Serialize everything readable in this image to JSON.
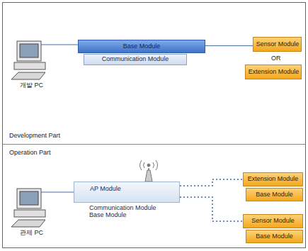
{
  "diagram": {
    "nodes": [
      {
        "text": [
          "Base Module"
        ]
      },
      {
        "text": [
          "Communication Module"
        ]
      },
      {
        "text": [
          "Sensor Module"
        ]
      },
      {
        "text": [
          "Extension Module"
        ]
      },
      {
        "text": [
          "AP Module"
        ]
      },
      {
        "text": [
          "Extension Module"
        ]
      },
      {
        "text": [
          "Base Module"
        ]
      },
      {
        "text": [
          "Sensor Module"
        ]
      },
      {
        "text": [
          "Base Module"
        ]
      }
    ],
    "edges": [
      {
        "from": 0,
        "to": 2,
        "arrow": "none"
      },
      {
        "from": 4,
        "to": 5,
        "arrow": "none"
      },
      {
        "from": 4,
        "to": 7,
        "arrow": "none"
      }
    ],
    "labels": [
      "개발 PC",
      "OR",
      "Development Part",
      "Operation Part",
      "관제 PC",
      "Communication Module Base Module"
    ]
  }
}
